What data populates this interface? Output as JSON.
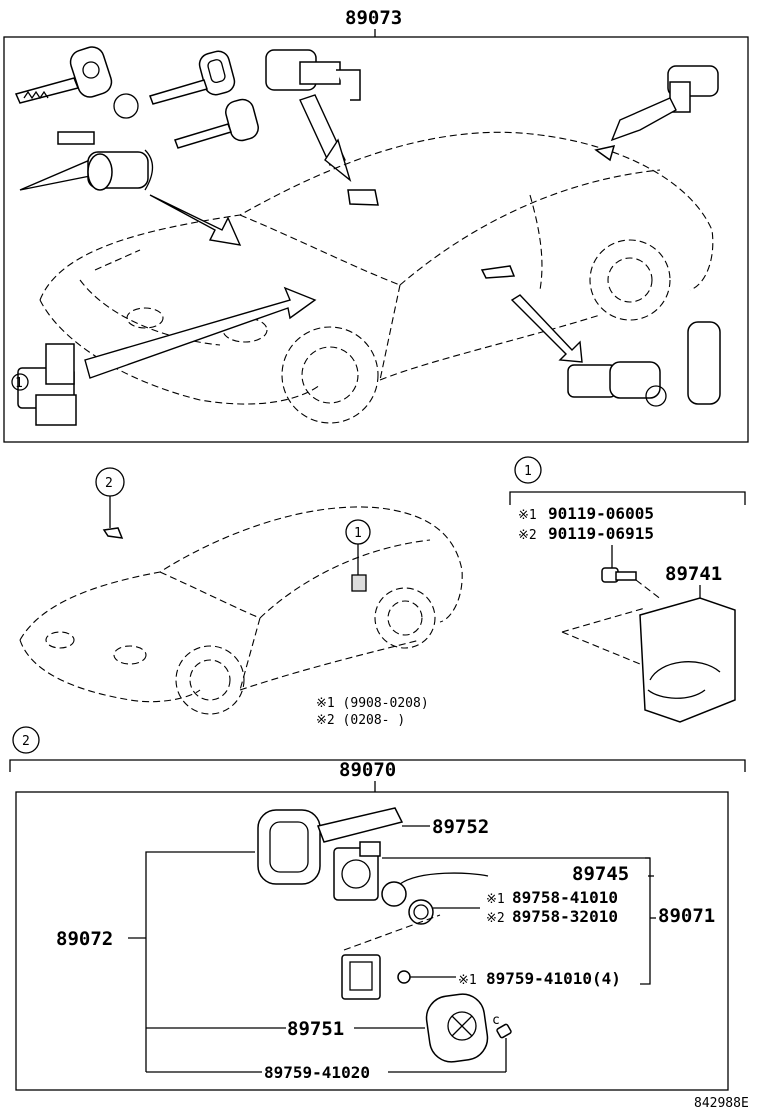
{
  "top_group": {
    "part_no": "89073"
  },
  "callout_1": {
    "label": "1"
  },
  "callout_2": {
    "label": "2"
  },
  "panel_1": {
    "note1_mark": "※1",
    "note1_part": "90119-06005",
    "note2_mark": "※2",
    "note2_part": "90119-06915",
    "ecu_part": "89741"
  },
  "date_notes": {
    "line1": "※1 (9908-0208)",
    "line2": "※2 (0208-     )"
  },
  "panel_2": {
    "group_part": "89070",
    "key_assy": "89072",
    "transmitter_assy": "89071",
    "blade": "89752",
    "housing": "89745",
    "battery_mark1": "※1",
    "battery_part1": "89758-41010",
    "battery_mark2": "※2",
    "battery_part2": "89758-32010",
    "screw_mark": "※1",
    "screw_part": "89759-41010(4)",
    "case": "89751",
    "screw2": "89759-41020"
  },
  "figure_id": "842988E"
}
